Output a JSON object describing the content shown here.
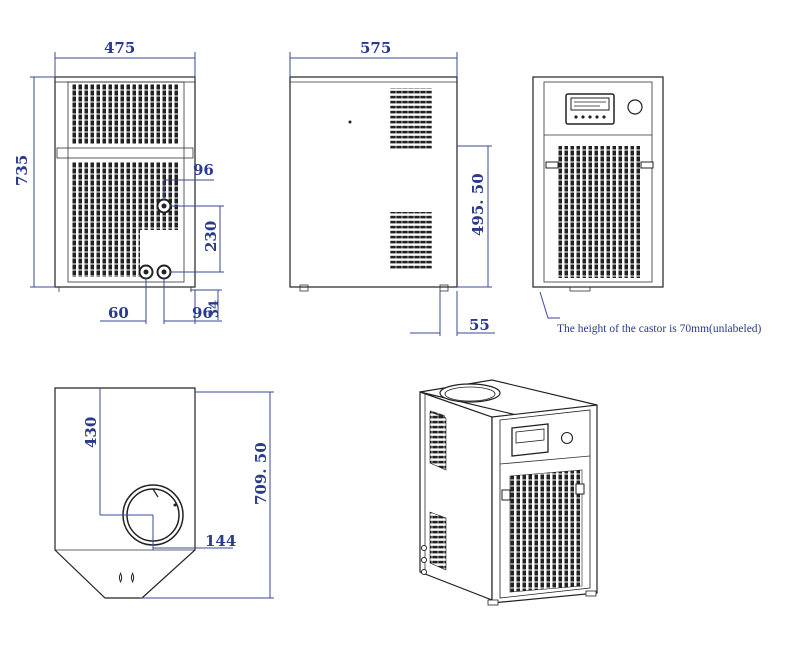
{
  "dimensions": {
    "width_rear": "475",
    "depth_side": "575",
    "height": "735",
    "port_upper": "96",
    "port_spacing": "230",
    "port_left": "60",
    "port_right": "96",
    "port_bottom": "34",
    "side_height": "495. 50",
    "castor_offset": "55",
    "top_depth": "709. 50",
    "top_opening": "430",
    "opening_diameter": "144"
  },
  "note": "The height of the castor is 70mm(unlabeled)",
  "colors": {
    "dimension_text": "#2a3a8c",
    "outline": "#222222"
  }
}
